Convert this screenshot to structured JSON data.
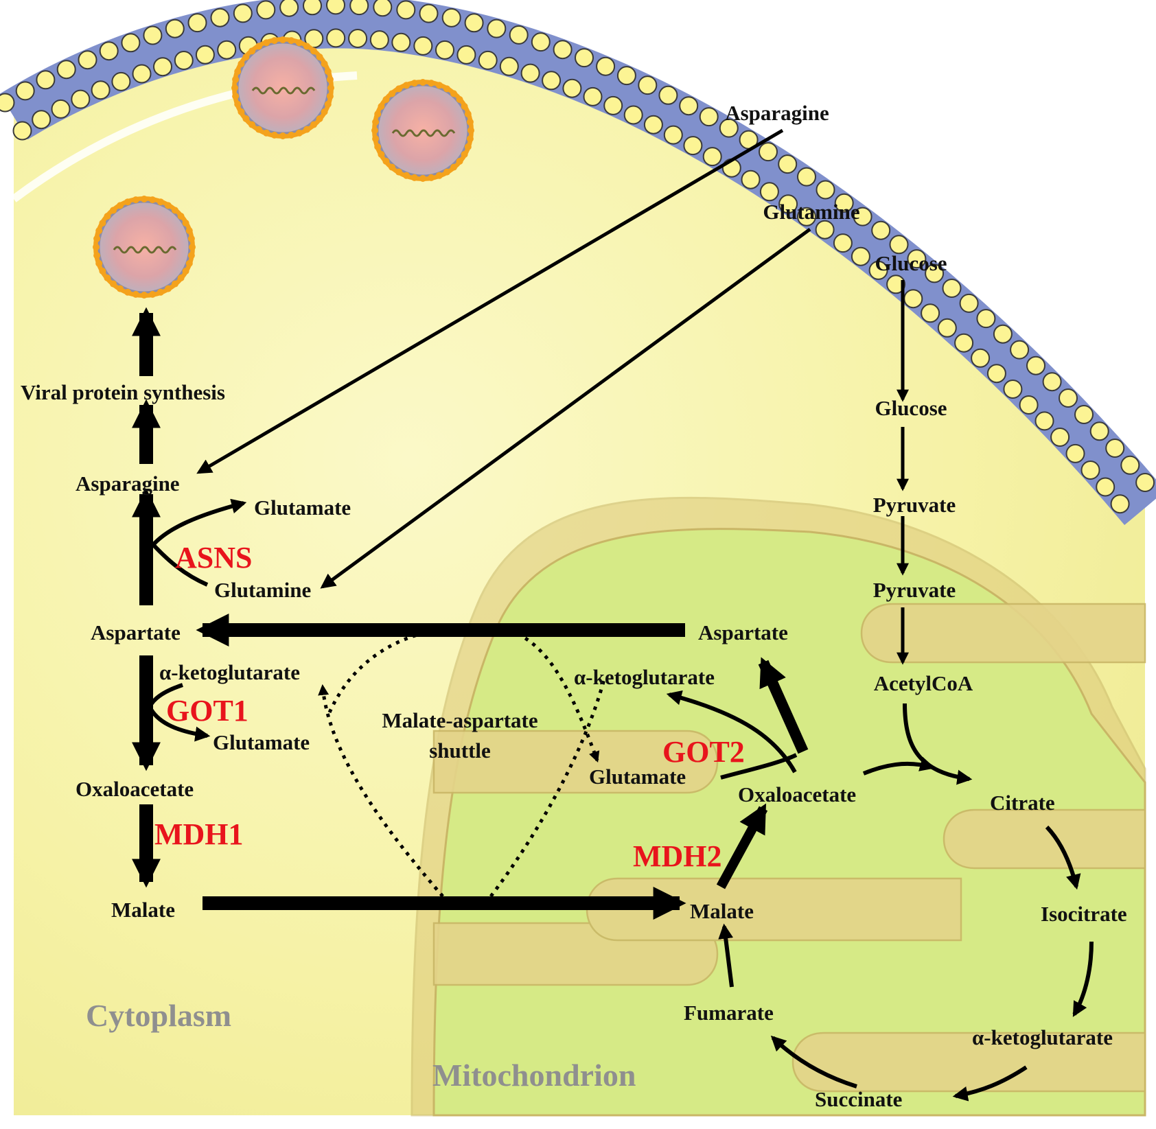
{
  "colors": {
    "membrane": "#8090cc",
    "head": "#fcf494",
    "cytoplasm": "#f6f2a6",
    "mito_outer": "#dcc878",
    "mito_matrix": "#d8ec88",
    "enzyme_text": "#e8141c",
    "region_text": "#8f8f8f",
    "virion_coat": "#f4a21c",
    "virion_core": "#f2a0a0"
  },
  "extracellular": {
    "asparagine": "Asparagine",
    "glutamine": "Glutamine",
    "glucose": "Glucose"
  },
  "cytoplasm": {
    "label": "Cytoplasm",
    "viral_protein_synthesis": "Viral protein synthesis",
    "asparagine": "Asparagine",
    "glutamate_asns": "Glutamate",
    "glutamine": "Glutamine",
    "aspartate": "Aspartate",
    "akg": "α-ketoglutarate",
    "glutamate_got1": "Glutamate",
    "oxaloacetate": "Oxaloacetate",
    "malate": "Malate",
    "glucose": "Glucose",
    "pyruvate": "Pyruvate"
  },
  "enzymes": {
    "asns": "ASNS",
    "got1": "GOT1",
    "mdh1": "MDH1",
    "got2": "GOT2",
    "mdh2": "MDH2"
  },
  "shuttle": {
    "line1": "Malate-aspartate",
    "line2": "shuttle"
  },
  "mitochondrion": {
    "label": "Mitochondrion",
    "aspartate": "Aspartate",
    "akg": "α-ketoglutarate",
    "glutamate": "Glutamate",
    "oxaloacetate": "Oxaloacetate",
    "malate": "Malate",
    "pyruvate": "Pyruvate",
    "acetylcoa": "AcetylCoA",
    "citrate": "Citrate",
    "isocitrate": "Isocitrate",
    "akg_tca": "α-ketoglutarate",
    "succinate": "Succinate",
    "fumarate": "Fumarate"
  }
}
